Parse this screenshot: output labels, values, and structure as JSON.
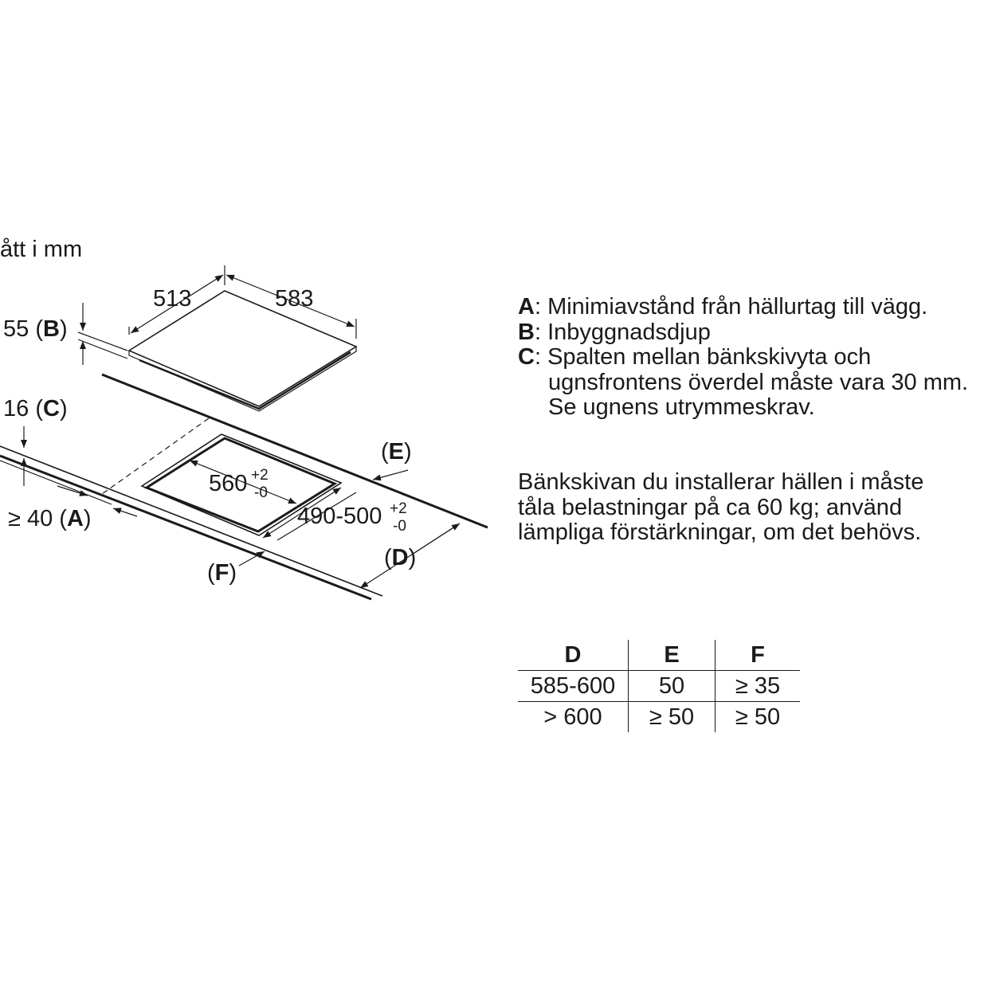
{
  "units_label": "ått i mm",
  "dimensions": {
    "hob_depth": "513",
    "hob_width": "583",
    "b": "55",
    "b_letter": "B",
    "c": "16",
    "c_letter": "C",
    "a": "≥ 40",
    "a_letter": "A",
    "cutout_width": "560",
    "cutout_width_tol_plus": "+2",
    "cutout_width_tol_minus": "-0",
    "cutout_depth": "490-500",
    "cutout_depth_tol_plus": "+2",
    "cutout_depth_tol_minus": "-0",
    "d_letter": "D",
    "e_letter": "E",
    "f_letter": "F"
  },
  "legend": {
    "a_letter": "A",
    "a_text": ": Minimiavstånd från hällurtag till vägg.",
    "b_letter": "B",
    "b_text": ": Inbyggnadsdjup",
    "c_letter": "C",
    "c_text": ": Spalten mellan bänkskivyta och",
    "c_text_2": "ugnsfrontens överdel måste vara 30 mm.",
    "c_text_3": "Se ugnens utrymmeskrav."
  },
  "note": {
    "line1": "Bänkskivan du installerar hällen i måste",
    "line2": "tåla belastningar på ca 60 kg; använd",
    "line3": "lämpliga förstärkningar, om det behövs."
  },
  "table": {
    "headers": [
      "D",
      "E",
      "F"
    ],
    "rows": [
      [
        "585-600",
        "50",
        "≥ 35"
      ],
      [
        "> 600",
        "≥ 50",
        "≥ 50"
      ]
    ]
  }
}
